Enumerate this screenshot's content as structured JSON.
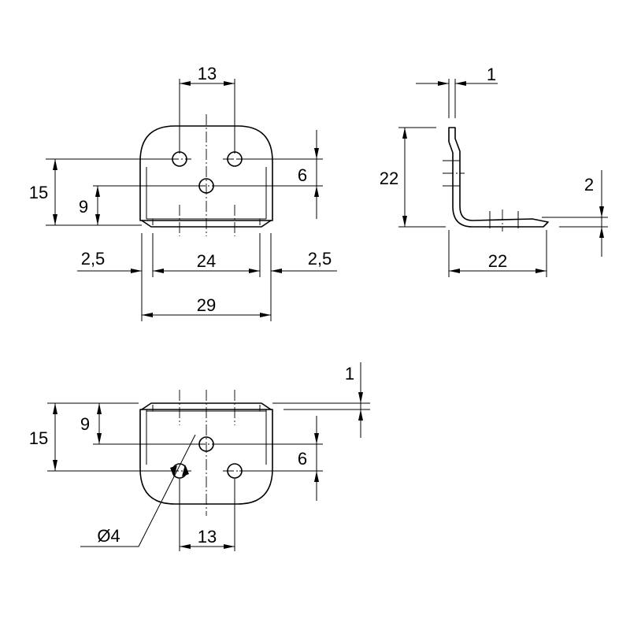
{
  "dimensions": {
    "front_view": {
      "hole_spacing": "13",
      "height": "15",
      "center_hole_height": "9",
      "top_holes_offset": "6",
      "inner_width": "24",
      "left_margin": "2,5",
      "right_margin": "2,5",
      "overall_width": "29"
    },
    "side_view": {
      "thickness": "1",
      "vertical_leg": "22",
      "horizontal_leg": "22",
      "offset": "2"
    },
    "top_view": {
      "thickness": "1",
      "height": "15",
      "center_hole_depth": "9",
      "holes_offset": "6",
      "hole_spacing": "13",
      "hole_diameter": "Ø4"
    }
  }
}
